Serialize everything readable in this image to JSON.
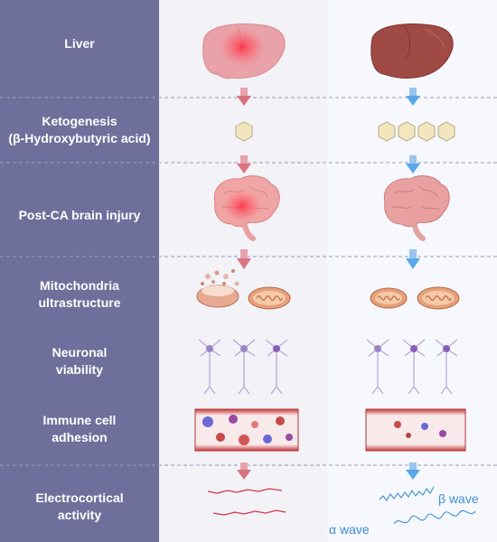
{
  "rows": [
    {
      "label": "Liver"
    },
    {
      "label": "Ketogenesis\n(β-Hydroxybutyric acid)"
    },
    {
      "label": "Post-CA brain injury"
    },
    {
      "label": "Mitochondria\nultrastructure"
    },
    {
      "label": "Neuronal\nviability"
    },
    {
      "label": "Immune cell\nadhesion"
    },
    {
      "label": "Electrocortical\nactivity"
    }
  ],
  "eeg_labels": {
    "beta": "β wave",
    "alpha": "α wave"
  },
  "colors": {
    "sidebar": "#6f6f9c",
    "arrow_left": "#d9727f",
    "arrow_right": "#5aa7e8",
    "liver_left": "#e9a3a8",
    "liver_right": "#a04a45",
    "ketone": "#f1e6bd",
    "eeg_left": "#d2324a",
    "eeg_right": "#3f8fd6"
  }
}
